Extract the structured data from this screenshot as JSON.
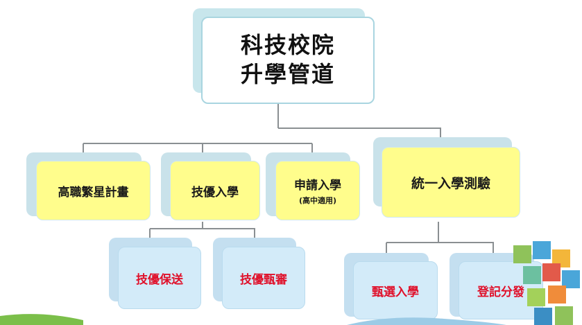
{
  "root": {
    "line1": "科技校院",
    "line2": "升學管道"
  },
  "level1": {
    "n1": "高職繁星計畫",
    "n2": "技優入學",
    "n3_main": "申請入學",
    "n3_sub": "(高中適用)",
    "n4": "統一入學測驗"
  },
  "level2": {
    "n2a": "技優保送",
    "n2b": "技優甄審",
    "n4a": "甄選入學",
    "n4b": "登記分發"
  },
  "colors": {
    "connector": "#8a8f92",
    "root_fill": "#ffffff",
    "level1_fill": "#fffd8c",
    "level2_fill": "#d3ebf9",
    "level2_text": "#e0102a"
  }
}
